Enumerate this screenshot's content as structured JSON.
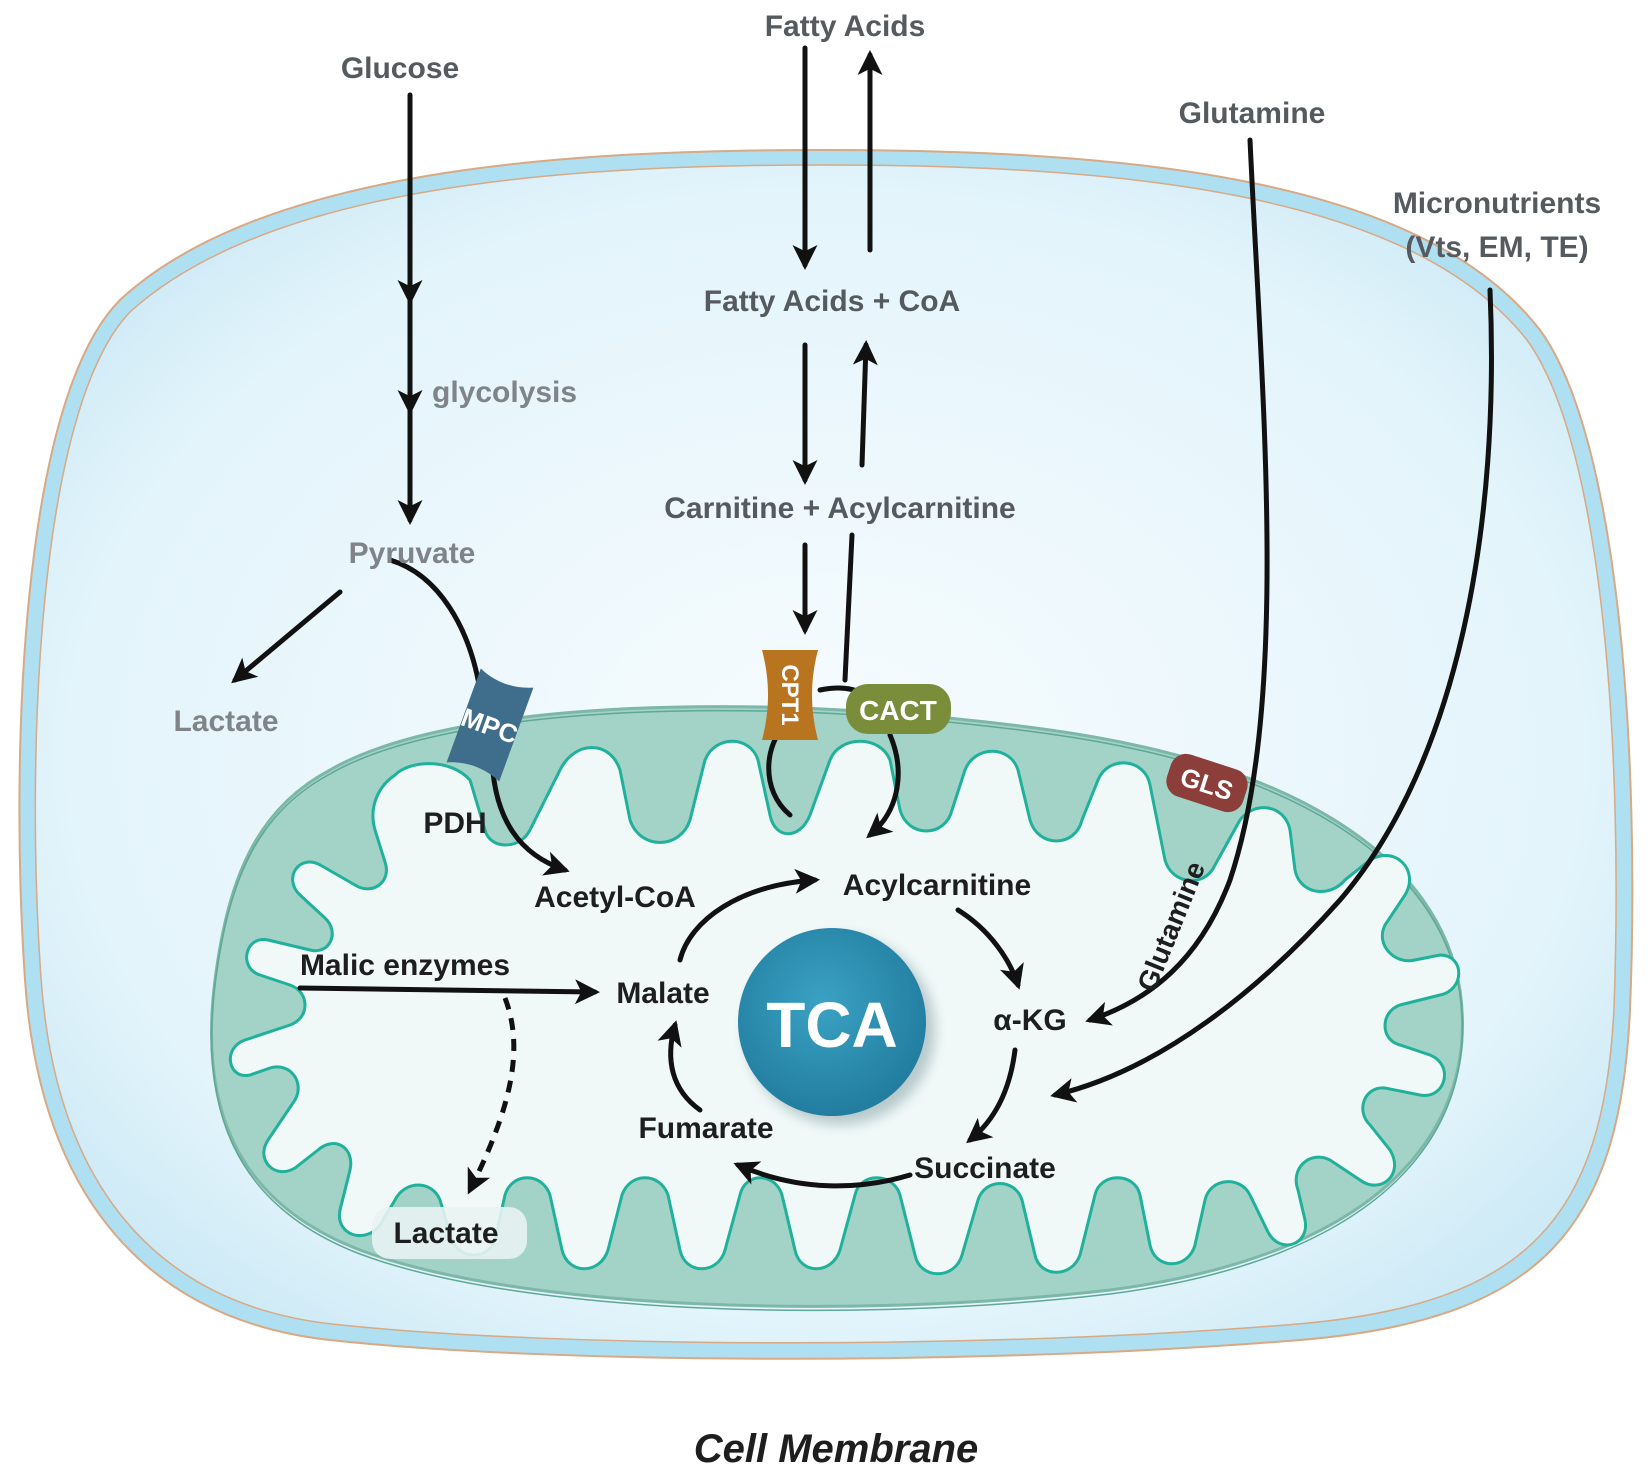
{
  "labels": {
    "glucose": "Glucose",
    "fatty_acids": "Fatty Acids",
    "glutamine_outer": "Glutamine",
    "micronutrients_line1": "Micronutrients",
    "micronutrients_line2": "(Vts, EM, TE)",
    "glycolysis": "glycolysis",
    "pyruvate": "Pyruvate",
    "lactate_cyto": "Lactate",
    "fatty_acids_coa": "Fatty Acids + CoA",
    "carnitine_acylcarnitine": "Carnitine + Acylcarnitine",
    "pdh": "PDH",
    "acetyl_coa": "Acetyl-CoA",
    "acylcarnitine": "Acylcarnitine",
    "malic_enzymes": "Malic enzymes",
    "malate": "Malate",
    "tca": "TCA",
    "alpha_kg": "α-KG",
    "glutamine_inner": "Glutamine",
    "fumarate": "Fumarate",
    "succinate": "Succinate",
    "lactate_mito": "Lactate",
    "cell_membrane": "Cell Membrane"
  },
  "transporters": {
    "mpc": "MPC",
    "cpt1": "CPT1",
    "cact": "CACT",
    "gls": "GLS"
  },
  "colors": {
    "cell_fill": "#e6f6fc",
    "cell_border": "#9fd9ec",
    "mito_outer": "#a6d3c7",
    "mito_inner_line": "#1fb19c",
    "matrix": "#f3faf9",
    "tca_circle": "#2b91b5",
    "mpc": "#3f6e8c",
    "cpt1": "#b8741f",
    "cact": "#7a8d3a",
    "gls": "#8c3f3a"
  }
}
